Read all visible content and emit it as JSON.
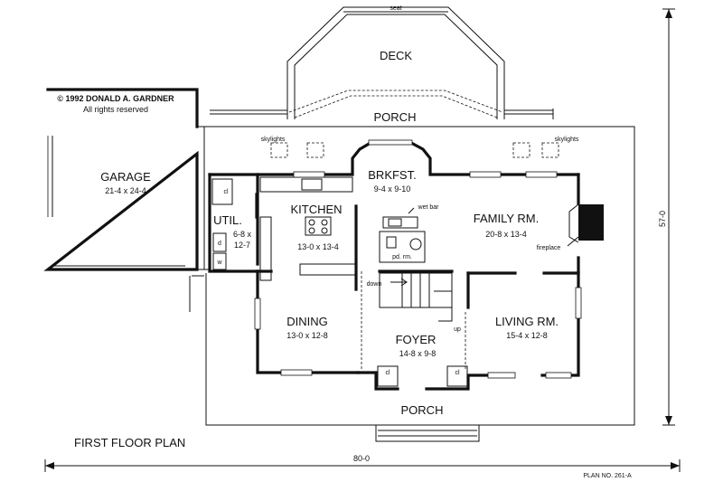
{
  "copyright": {
    "line1": "© 1992 DONALD A. GARDNER",
    "line2": "All rights reserved"
  },
  "rooms": {
    "garage": {
      "name": "GARAGE",
      "dims": "21-4 x 24-4"
    },
    "deck": {
      "name": "DECK"
    },
    "porch_rear": {
      "name": "PORCH"
    },
    "brkfst": {
      "name": "BRKFST.",
      "dims": "9-4 x 9-10"
    },
    "kitchen": {
      "name": "KITCHEN",
      "dims": "13-0 x 13-4"
    },
    "util": {
      "name": "UTIL.",
      "dims1": "6-8 x",
      "dims2": "12-7"
    },
    "family": {
      "name": "FAMILY RM.",
      "dims": "20-8 x 13-4"
    },
    "dining": {
      "name": "DINING",
      "dims": "13-0 x 12-8"
    },
    "foyer": {
      "name": "FOYER",
      "dims": "14-8 x 9-8"
    },
    "living": {
      "name": "LIVING RM.",
      "dims": "15-4 x 12-8"
    },
    "porch_front": {
      "name": "PORCH"
    }
  },
  "labels": {
    "seat": "seat",
    "skylights_left": "skylights",
    "skylights_right": "skylights",
    "wet_bar": "wet bar",
    "pd_rm": "pd. rm.",
    "fireplace": "fireplace",
    "down": "down",
    "up": "up",
    "cl_util": "cl",
    "cl_foyer_left": "cl",
    "cl_foyer_right": "cl",
    "d": "d",
    "w": "w"
  },
  "dimensions": {
    "width": "80-0",
    "depth": "57-0"
  },
  "footer": {
    "title": "FIRST FLOOR PLAN",
    "plan_no": "PLAN NO. 261-A"
  }
}
